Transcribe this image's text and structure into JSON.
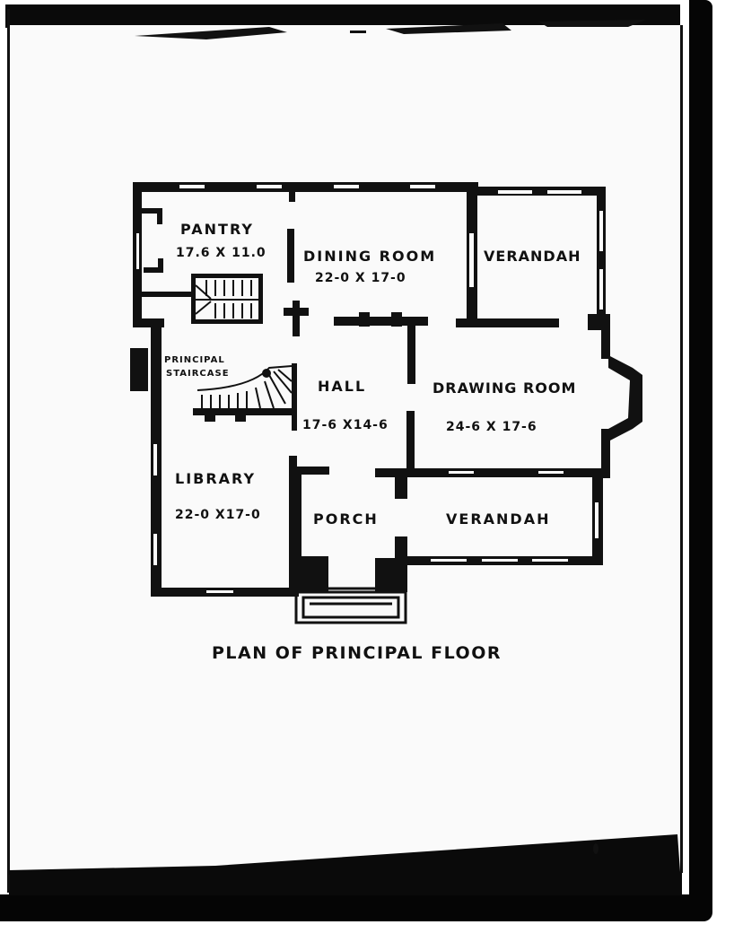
{
  "document": {
    "type": "architectural floor plan scan",
    "caption": "PLAN OF PRINCIPAL FLOOR"
  },
  "rooms": {
    "pantry": {
      "name": "PANTRY",
      "dimensions": "17.6 X 11.0"
    },
    "dining_room": {
      "name": "DINING ROOM",
      "dimensions": "22-0 X 17-0"
    },
    "verandah_upper": {
      "name": "VERANDAH"
    },
    "principal_staircase": {
      "line1": "PRINCIPAL",
      "line2": "STAIRCASE"
    },
    "hall": {
      "name": "HALL",
      "dimensions": "17-6 X14-6"
    },
    "drawing_room": {
      "name": "DRAWING ROOM",
      "dimensions": "24-6 X 17-6"
    },
    "library": {
      "name": "LIBRARY",
      "dimensions": "22-0 X17-0"
    },
    "porch": {
      "name": "PORCH"
    },
    "verandah_lower": {
      "name": "VERANDAH"
    }
  },
  "colors": {
    "ink": "#111111",
    "paper": "#fafafa",
    "frame": "#050505"
  }
}
